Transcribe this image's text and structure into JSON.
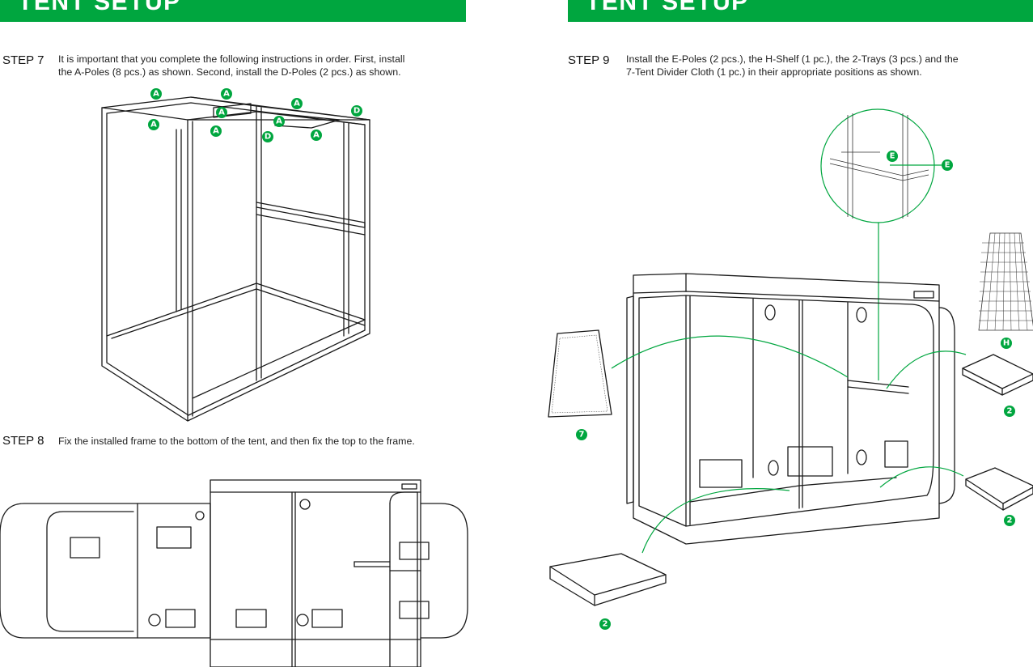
{
  "left_page": {
    "header": {
      "title": "TENT SETUP"
    },
    "step7": {
      "label": "STEP 7",
      "line1": "It is important that you complete the following instructions in order. First, install",
      "line2": "the A-Poles (8 pcs.) as shown. Second, install the D-Poles (2 pcs.) as shown.",
      "callouts": [
        "A",
        "A",
        "A",
        "D",
        "A",
        "A",
        "A",
        "A",
        "D",
        "A"
      ]
    },
    "step8": {
      "label": "STEP 8",
      "line1": "Fix the installed frame to the bottom of the tent, and then fix the top to the frame."
    }
  },
  "right_page": {
    "header": {
      "title": "TENT SETUP"
    },
    "step9": {
      "label": "STEP 9",
      "line1": "Install the E-Poles (2 pcs.), the H-Shelf (1 pc.), the 2-Trays (3 pcs.) and the",
      "line2": "7-Tent Divider Cloth (1 pc.) in their appropriate positions as shown.",
      "callouts": [
        "E",
        "E",
        "H",
        "2",
        "2",
        "2",
        "7"
      ]
    }
  },
  "colors": {
    "accent": "#00a63f",
    "line": "#1a1a1a"
  }
}
